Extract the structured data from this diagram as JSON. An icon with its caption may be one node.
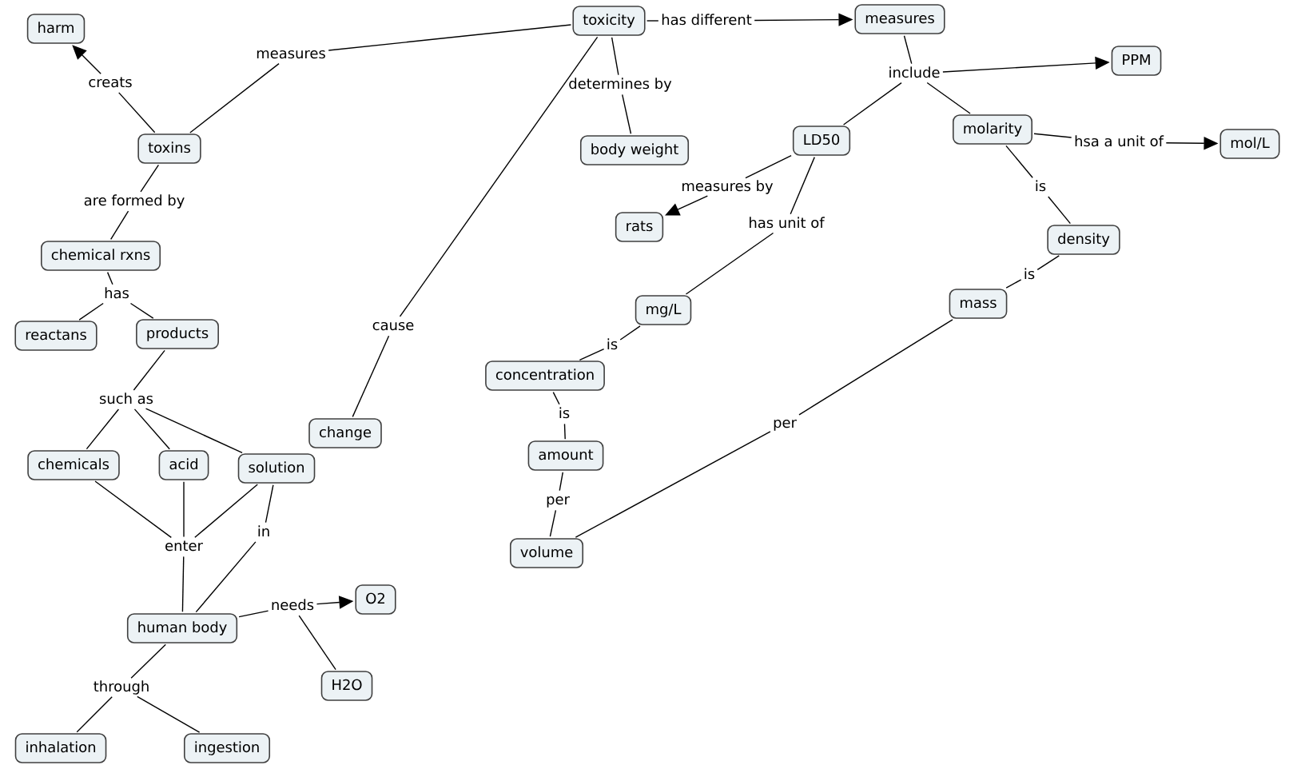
{
  "diagram": {
    "nodes": [
      {
        "text": [
          "harm"
        ]
      },
      {
        "text": [
          "toxicity"
        ]
      },
      {
        "text": [
          "measures"
        ]
      },
      {
        "text": [
          "PPM"
        ]
      },
      {
        "text": [
          "toxins"
        ]
      },
      {
        "text": [
          "body weight"
        ]
      },
      {
        "text": [
          "LD50"
        ]
      },
      {
        "text": [
          "molarity"
        ]
      },
      {
        "text": [
          "mol/L"
        ]
      },
      {
        "text": [
          "rats"
        ]
      },
      {
        "text": [
          "chemical rxns"
        ]
      },
      {
        "text": [
          "density"
        ]
      },
      {
        "text": [
          "mass"
        ]
      },
      {
        "text": [
          "reactans"
        ]
      },
      {
        "text": [
          "products"
        ]
      },
      {
        "text": [
          "mg/L"
        ]
      },
      {
        "text": [
          "concentration"
        ]
      },
      {
        "text": [
          "change"
        ]
      },
      {
        "text": [
          "chemicals"
        ]
      },
      {
        "text": [
          "acid"
        ]
      },
      {
        "text": [
          "solution"
        ]
      },
      {
        "text": [
          "amount"
        ]
      },
      {
        "text": [
          "volume"
        ]
      },
      {
        "text": [
          "O2"
        ]
      },
      {
        "text": [
          "human body"
        ]
      },
      {
        "text": [
          "H2O"
        ]
      },
      {
        "text": [
          "inhalation"
        ]
      },
      {
        "text": [
          "ingestion"
        ]
      },
      {
        "text": [
          "measures"
        ]
      },
      {
        "text": [
          "creats"
        ]
      },
      {
        "text": [
          "has different"
        ]
      },
      {
        "text": [
          "determines by"
        ]
      },
      {
        "text": [
          "include"
        ]
      },
      {
        "text": [
          "are formed by"
        ]
      },
      {
        "text": [
          "measures by"
        ]
      },
      {
        "text": [
          "has unit of"
        ]
      },
      {
        "text": [
          "hsa a unit of"
        ]
      },
      {
        "text": [
          "is"
        ]
      },
      {
        "text": [
          "is"
        ]
      },
      {
        "text": [
          "cause"
        ]
      },
      {
        "text": [
          "has"
        ]
      },
      {
        "text": [
          "such as"
        ]
      },
      {
        "text": [
          "is"
        ]
      },
      {
        "text": [
          "is"
        ]
      },
      {
        "text": [
          "per"
        ]
      },
      {
        "text": [
          "per"
        ]
      },
      {
        "text": [
          "enter"
        ]
      },
      {
        "text": [
          "in"
        ]
      },
      {
        "text": [
          "needs"
        ]
      },
      {
        "text": [
          "through"
        ]
      }
    ],
    "edges": [
      {
        "from": 4,
        "to": 28,
        "arrow": "none"
      },
      {
        "from": 28,
        "to": 1,
        "arrow": "none"
      },
      {
        "from": 4,
        "to": 29,
        "arrow": "none"
      },
      {
        "from": 29,
        "to": 0,
        "arrow": "to"
      },
      {
        "from": 1,
        "to": 30,
        "arrow": "none"
      },
      {
        "from": 30,
        "to": 2,
        "arrow": "to"
      },
      {
        "from": 1,
        "to": 31,
        "arrow": "none"
      },
      {
        "from": 31,
        "to": 5,
        "arrow": "none"
      },
      {
        "from": 2,
        "to": 32,
        "arrow": "none"
      },
      {
        "from": 32,
        "to": 3,
        "arrow": "to"
      },
      {
        "from": 32,
        "to": 6,
        "arrow": "none"
      },
      {
        "from": 32,
        "to": 7,
        "arrow": "none"
      },
      {
        "from": 4,
        "to": 33,
        "arrow": "none"
      },
      {
        "from": 33,
        "to": 10,
        "arrow": "none"
      },
      {
        "from": 6,
        "to": 34,
        "arrow": "none"
      },
      {
        "from": 34,
        "to": 9,
        "arrow": "to"
      },
      {
        "from": 6,
        "to": 35,
        "arrow": "none"
      },
      {
        "from": 35,
        "to": 15,
        "arrow": "none"
      },
      {
        "from": 7,
        "to": 36,
        "arrow": "none"
      },
      {
        "from": 36,
        "to": 8,
        "arrow": "to"
      },
      {
        "from": 7,
        "to": 37,
        "arrow": "none"
      },
      {
        "from": 37,
        "to": 11,
        "arrow": "none"
      },
      {
        "from": 11,
        "to": 38,
        "arrow": "none"
      },
      {
        "from": 38,
        "to": 12,
        "arrow": "none"
      },
      {
        "from": 1,
        "to": 39,
        "arrow": "none"
      },
      {
        "from": 39,
        "to": 17,
        "arrow": "none"
      },
      {
        "from": 10,
        "to": 40,
        "arrow": "none"
      },
      {
        "from": 40,
        "to": 13,
        "arrow": "none"
      },
      {
        "from": 40,
        "to": 14,
        "arrow": "none"
      },
      {
        "from": 14,
        "to": 41,
        "arrow": "none"
      },
      {
        "from": 41,
        "to": 18,
        "arrow": "none"
      },
      {
        "from": 41,
        "to": 19,
        "arrow": "none"
      },
      {
        "from": 41,
        "to": 20,
        "arrow": "none"
      },
      {
        "from": 15,
        "to": 42,
        "arrow": "none"
      },
      {
        "from": 42,
        "to": 16,
        "arrow": "none"
      },
      {
        "from": 16,
        "to": 43,
        "arrow": "none"
      },
      {
        "from": 43,
        "to": 21,
        "arrow": "none"
      },
      {
        "from": 12,
        "to": 44,
        "arrow": "none"
      },
      {
        "from": 44,
        "to": 22,
        "arrow": "none"
      },
      {
        "from": 21,
        "to": 45,
        "arrow": "none"
      },
      {
        "from": 45,
        "to": 22,
        "arrow": "none"
      },
      {
        "from": 18,
        "to": 46,
        "arrow": "none"
      },
      {
        "from": 19,
        "to": 46,
        "arrow": "none"
      },
      {
        "from": 20,
        "to": 46,
        "arrow": "none"
      },
      {
        "from": 46,
        "to": 24,
        "arrow": "none"
      },
      {
        "from": 20,
        "to": 47,
        "arrow": "none"
      },
      {
        "from": 47,
        "to": 24,
        "arrow": "none"
      },
      {
        "from": 24,
        "to": 48,
        "arrow": "none"
      },
      {
        "from": 48,
        "to": 23,
        "arrow": "to"
      },
      {
        "from": 48,
        "to": 25,
        "arrow": "none"
      },
      {
        "from": 24,
        "to": 49,
        "arrow": "none"
      },
      {
        "from": 49,
        "to": 26,
        "arrow": "none"
      },
      {
        "from": 49,
        "to": 27,
        "arrow": "none"
      }
    ]
  }
}
